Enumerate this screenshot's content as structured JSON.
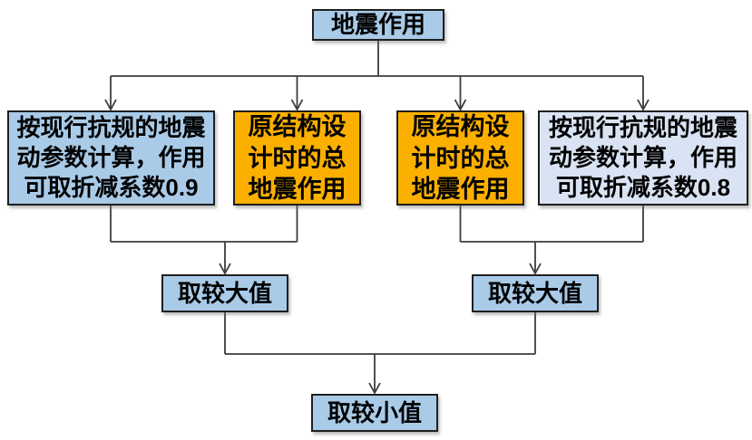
{
  "colors": {
    "box_light_blue": "#A9CBE8",
    "box_orange": "#FBB000",
    "box_lavender": "#DAE3F3",
    "box_border": "#1F1F1F",
    "connector_line": "#3D3D3D"
  },
  "nodes": {
    "root": {
      "label": "地震作用",
      "fill": "#A9CBE8"
    },
    "reduced_09": {
      "lines": [
        "按现行抗规的地震",
        "动参数计算，作用",
        "可取折减系数0.9"
      ],
      "fill": "#A9CBE8"
    },
    "original_left": {
      "lines": [
        "原结构设",
        "计时的总",
        "地震作用"
      ],
      "fill": "#FBB000"
    },
    "original_right": {
      "lines": [
        "原结构设",
        "计时的总",
        "地震作用"
      ],
      "fill": "#FBB000"
    },
    "reduced_08": {
      "lines": [
        "按现行抗规的地震",
        "动参数计算，作用",
        "可取折减系数0.8"
      ],
      "fill": "#DAE3F3"
    },
    "max_left": {
      "label": "取较大值",
      "fill": "#A9CBE8"
    },
    "max_right": {
      "label": "取较大值",
      "fill": "#A9CBE8"
    },
    "min_final": {
      "label": "取较小值",
      "fill": "#A9CBE8"
    }
  }
}
